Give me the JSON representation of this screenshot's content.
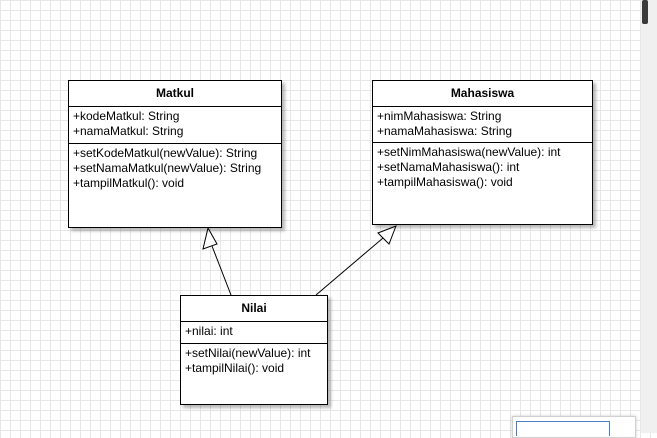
{
  "classes": {
    "matkul": {
      "name": "Matkul",
      "attributes": [
        "+kodeMatkul: String",
        "+namaMatkul: String"
      ],
      "methods": [
        "+setKodeMatkul(newValue): String",
        "+setNamaMatkul(newValue): String",
        "+tampilMatkul(): void"
      ]
    },
    "mahasiswa": {
      "name": "Mahasiswa",
      "attributes": [
        "+nimMahasiswa: String",
        "+namaMahasiswa: String"
      ],
      "methods": [
        "+setNimMahasiswa(newValue): int",
        "+setNamaMahasiswa(): int",
        "+tampilMahasiswa(): void"
      ]
    },
    "nilai": {
      "name": "Nilai",
      "attributes": [
        "+nilai: int"
      ],
      "methods": [
        "+setNilai(newValue): int",
        "+tampilNilai(): void"
      ]
    }
  },
  "relations": [
    {
      "from": "Nilai",
      "to": "Matkul",
      "type": "generalization"
    },
    {
      "from": "Nilai",
      "to": "Mahasiswa",
      "type": "generalization"
    }
  ],
  "colors": {
    "grid": "#e7e7e7",
    "stroke": "#000000",
    "background": "#ffffff"
  }
}
